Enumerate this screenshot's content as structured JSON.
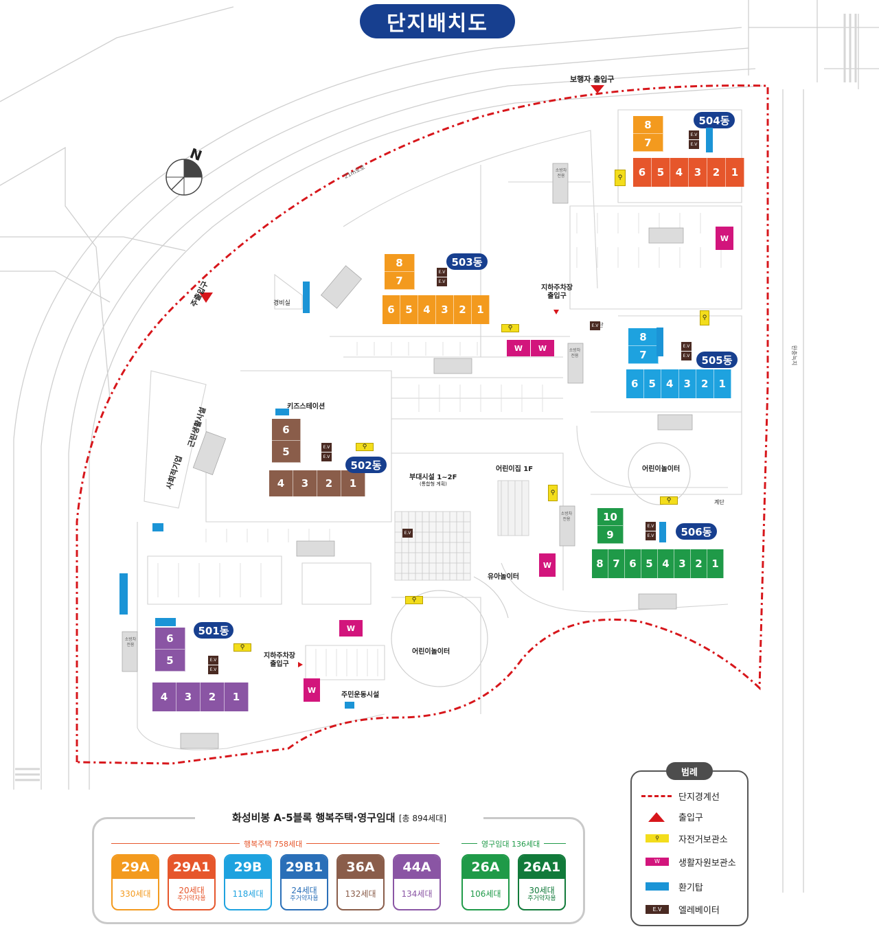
{
  "title": "단지배치도",
  "compass": {
    "north": "N"
  },
  "road_labels": {
    "road_21m": "21m도로",
    "right_road": "완충녹지"
  },
  "entrances": {
    "pedestrian": "보행자 출입구",
    "main": "주출입구",
    "parking_1": "지하주차장\n출입구",
    "parking_2": "지하주차장\n출입구"
  },
  "facilities": {
    "guard": "경비실",
    "kids_station": "키즈스테이션",
    "social_coop": "사회적기업",
    "neighborhood": "근린생활시설",
    "annex": "부대시설 1~2F",
    "annex_note": "(통합형 계획)",
    "daycare": "어린이집 1F",
    "toddler_play": "유아놀이터",
    "kids_play_1": "어린이놀이터",
    "kids_play_2": "어린이놀이터",
    "fitness": "주민운동시설",
    "stairs_1": "계단",
    "stairs_2": "계단"
  },
  "fire_lane": "소방차\n전용",
  "ev_label": "E.V",
  "w_label": "W",
  "bike_icon": "bicycle-icon",
  "colors": {
    "boundary": "#d7161b",
    "navy": "#173f8f",
    "t29A": "#f39a1e",
    "t29A1": "#e6562b",
    "t29B": "#1ea2df",
    "t29B1": "#2a6fb8",
    "t36A": "#8a5d4a",
    "t44A": "#8a55a4",
    "t26A": "#1f9a48",
    "t26A1": "#117a3a",
    "bike": "#f3dd1c",
    "w": "#d2157c",
    "vent": "#1b94d6",
    "ev": "#4a2a22"
  },
  "buildings": {
    "b504": {
      "name": "504동",
      "tower": [
        "8",
        "7"
      ],
      "row": [
        "6",
        "5",
        "4",
        "3",
        "2",
        "1"
      ]
    },
    "b503": {
      "name": "503동",
      "tower": [
        "8",
        "7"
      ],
      "row": [
        "6",
        "5",
        "4",
        "3",
        "2",
        "1"
      ]
    },
    "b505": {
      "name": "505동",
      "tower": [
        "8",
        "7"
      ],
      "row": [
        "6",
        "5",
        "4",
        "3",
        "2",
        "1"
      ]
    },
    "b502": {
      "name": "502동",
      "tower": [
        "6",
        "5"
      ],
      "row": [
        "4",
        "3",
        "2",
        "1"
      ]
    },
    "b506": {
      "name": "506동",
      "tower": [
        "10",
        "9"
      ],
      "row": [
        "8",
        "7",
        "6",
        "5",
        "4",
        "3",
        "2",
        "1"
      ]
    },
    "b501": {
      "name": "501동",
      "tower": [
        "6",
        "5"
      ],
      "row": [
        "4",
        "3",
        "2",
        "1"
      ]
    }
  },
  "summary": {
    "title": "화성비봉 A-5블록 행복주택·영구임대",
    "total": "[총 894세대]",
    "group_happy": "행복주택 758세대",
    "group_permanent": "영구임대 136세대",
    "types": [
      {
        "name": "29A",
        "count": "330세대",
        "note": ""
      },
      {
        "name": "29A1",
        "count": "20세대",
        "note": "주거약자용"
      },
      {
        "name": "29B",
        "count": "118세대",
        "note": ""
      },
      {
        "name": "29B1",
        "count": "24세대",
        "note": "주거약자용"
      },
      {
        "name": "36A",
        "count": "132세대",
        "note": ""
      },
      {
        "name": "44A",
        "count": "134세대",
        "note": ""
      },
      {
        "name": "26A",
        "count": "106세대",
        "note": ""
      },
      {
        "name": "26A1",
        "count": "30세대",
        "note": "주거약자용"
      }
    ]
  },
  "legend": {
    "title": "범례",
    "items": [
      {
        "label": "단지경계선"
      },
      {
        "label": "출입구"
      },
      {
        "label": "자전거보관소"
      },
      {
        "label": "생활자원보관소"
      },
      {
        "label": "환기탑"
      },
      {
        "label": "엘레베이터"
      }
    ]
  }
}
